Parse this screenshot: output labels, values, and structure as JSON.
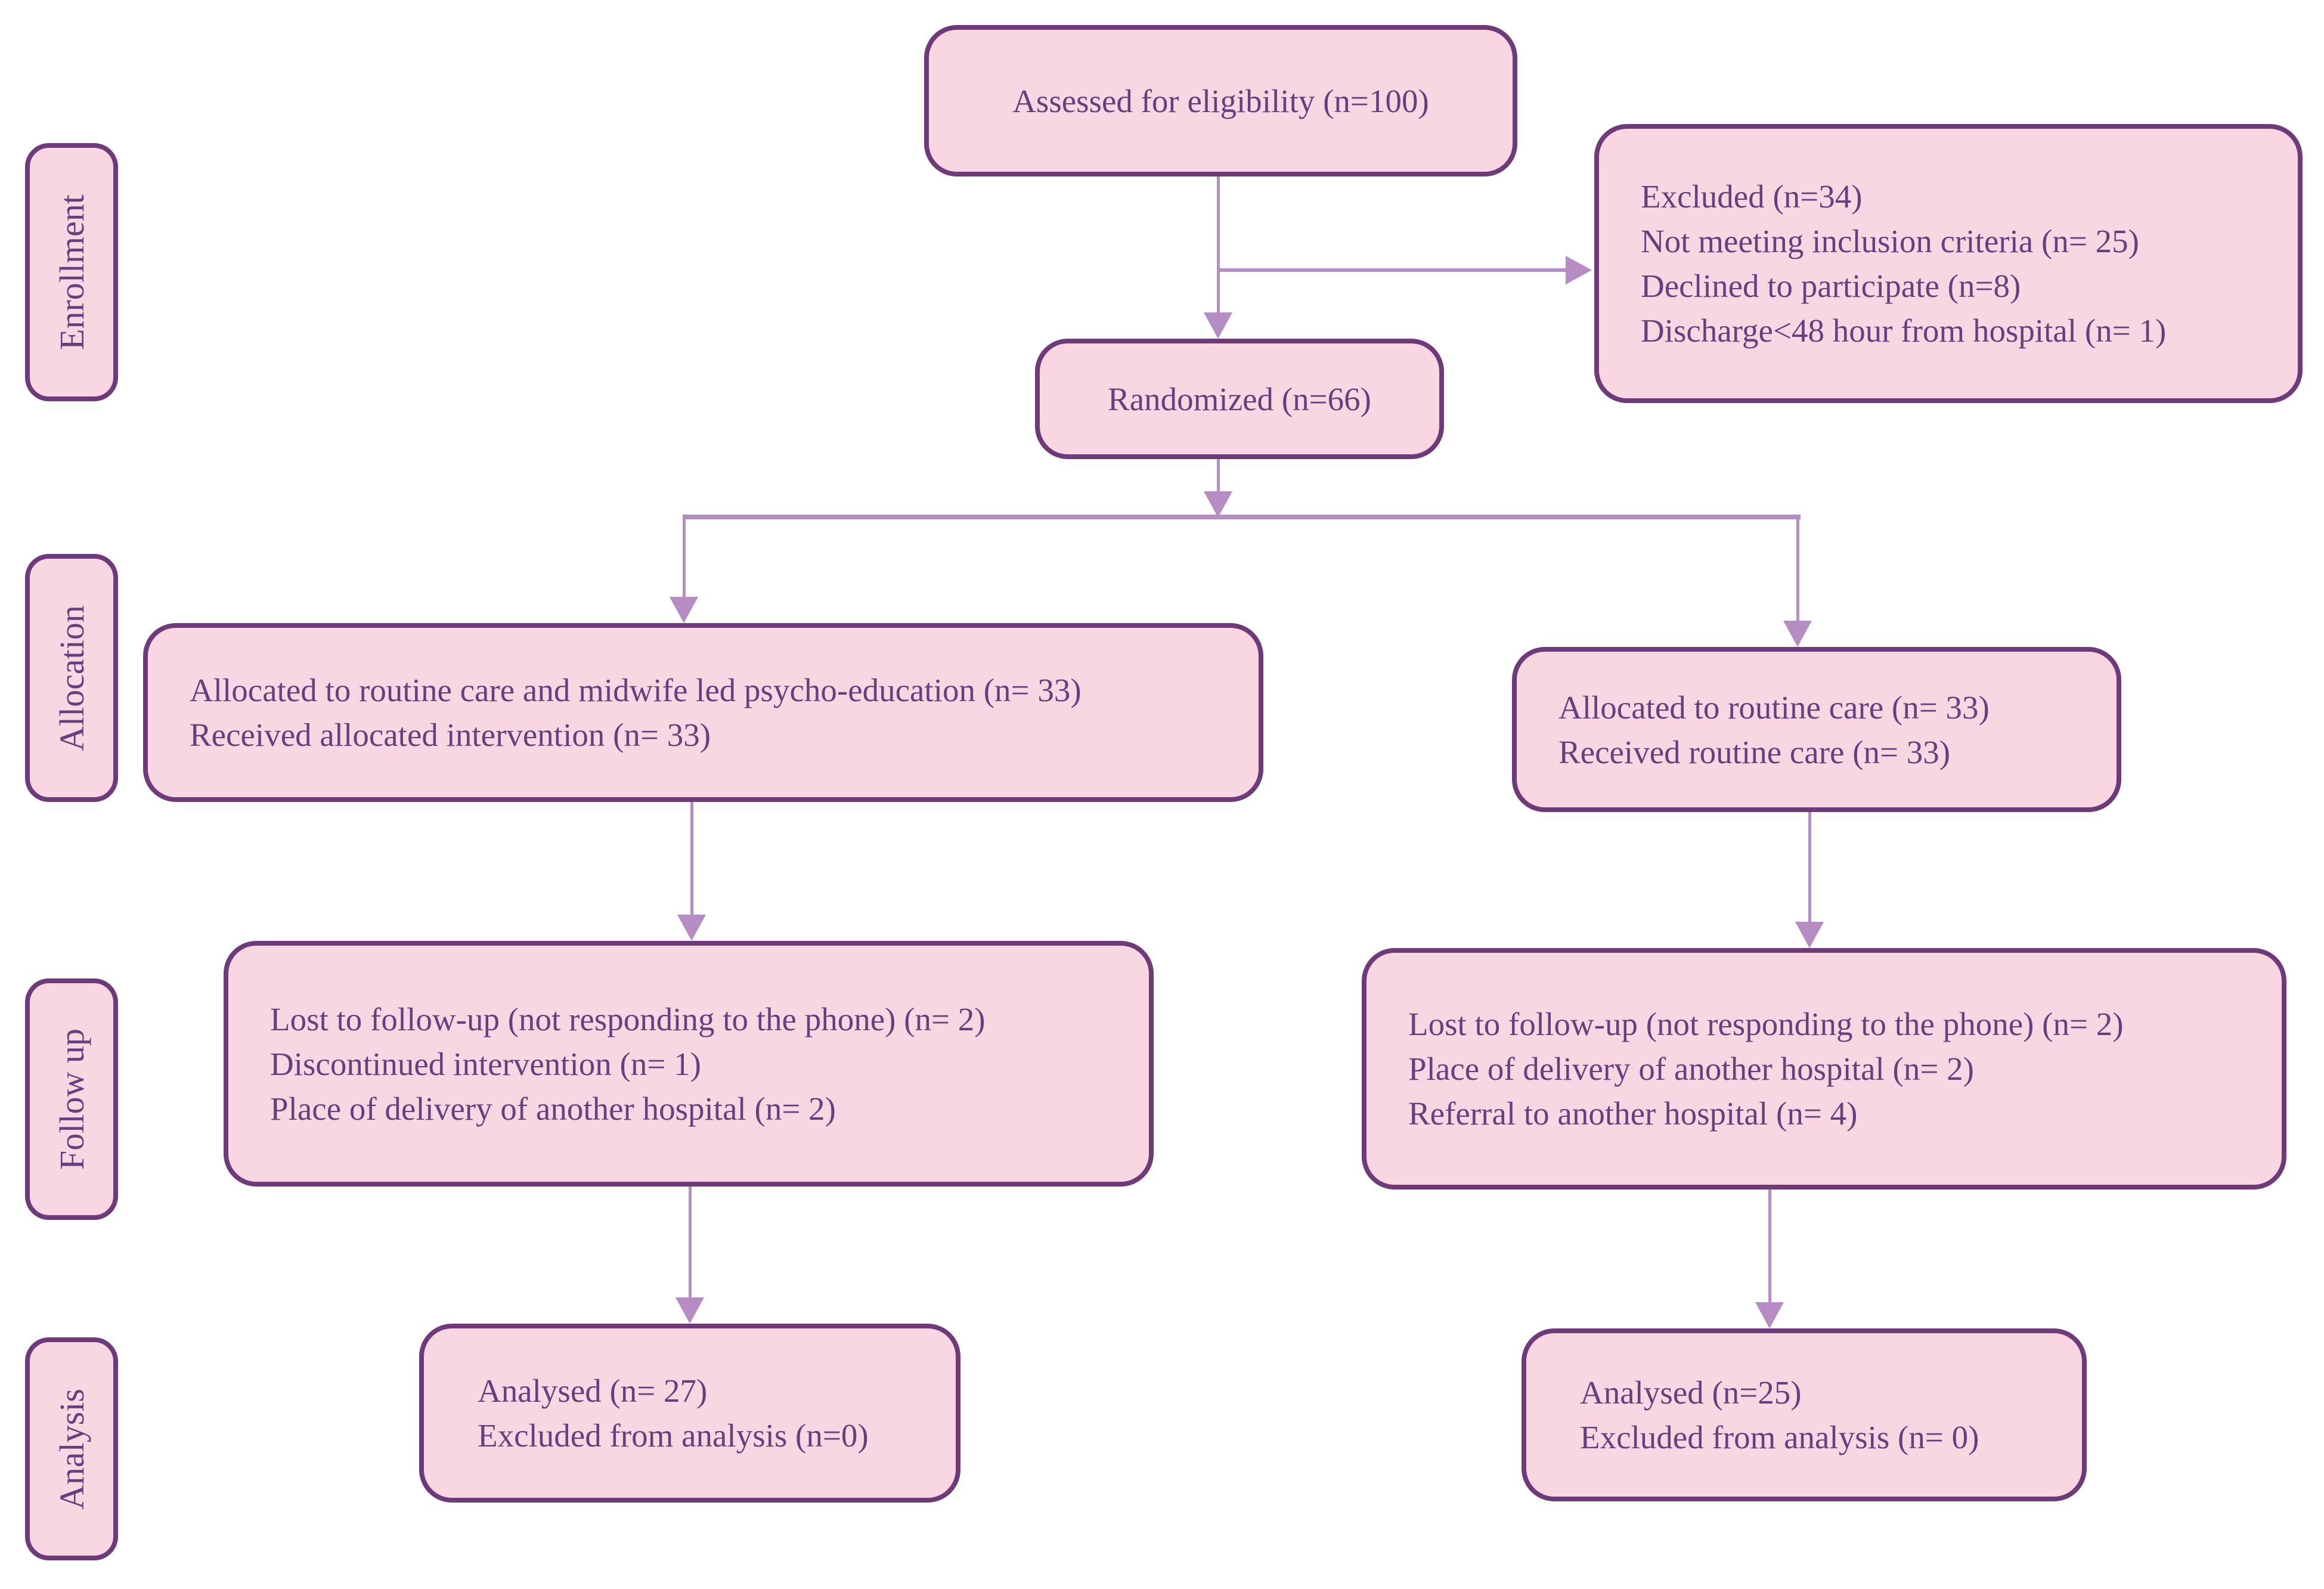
{
  "colors": {
    "background": "#ffffff",
    "box_fill": "#f9d7e2",
    "box_border": "#6e3a79",
    "text": "#64407f",
    "arrow": "#b58cc4"
  },
  "stages": [
    {
      "label": "Enrollment"
    },
    {
      "label": "Allocation"
    },
    {
      "label": "Follow up"
    },
    {
      "label": "Analysis"
    }
  ],
  "boxes": {
    "assessed": {
      "lines": [
        "Assessed for eligibility (n=100)"
      ]
    },
    "excluded": {
      "lines": [
        "Excluded (n=34)",
        "Not meeting inclusion criteria (n= 25)",
        "Declined to participate (n=8)",
        "Discharge<48 hour from hospital (n= 1)"
      ]
    },
    "randomized": {
      "lines": [
        "Randomized (n=66)"
      ]
    },
    "allocation_left": {
      "lines": [
        "Allocated to routine care and midwife led psycho-education (n= 33)",
        "Received allocated intervention (n= 33)"
      ]
    },
    "allocation_right": {
      "lines": [
        "Allocated to routine care (n= 33)",
        "Received routine care (n= 33)"
      ]
    },
    "followup_left": {
      "lines": [
        "Lost to follow-up (not responding to the phone) (n= 2)",
        "Discontinued intervention (n= 1)",
        "Place of delivery of another hospital (n= 2)"
      ]
    },
    "followup_right": {
      "lines": [
        "Lost to follow-up (not responding to the phone) (n= 2)",
        "Place of delivery of another hospital (n= 2)",
        "Referral to another hospital (n= 4)"
      ]
    },
    "analysis_left": {
      "lines": [
        "Analysed (n= 27)",
        "Excluded from analysis (n=0)"
      ]
    },
    "analysis_right": {
      "lines": [
        "Analysed (n=25)",
        "Excluded from analysis (n= 0)"
      ]
    }
  }
}
